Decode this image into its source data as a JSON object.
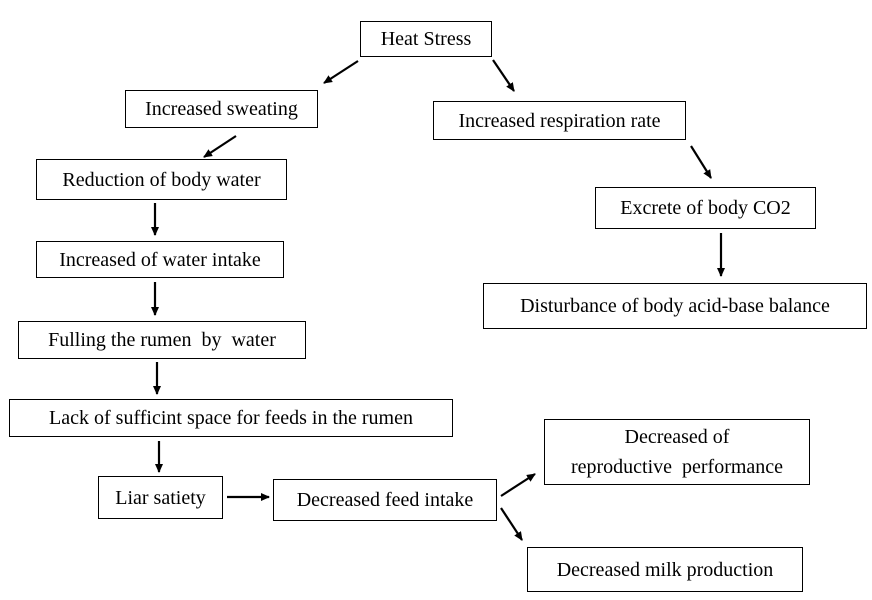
{
  "diagram": {
    "nodes": {
      "heat_stress": "Heat Stress",
      "increased_sweating": "Increased sweating",
      "reduction_body_water": "Reduction of body water",
      "increased_water_intake": "Increased of water intake",
      "fulling_rumen": "Fulling the rumen  by  water",
      "lack_space": "Lack of sufficint space for feeds in the rumen",
      "liar_satiety": "Liar satiety",
      "decreased_feed_intake": "Decreased feed intake",
      "decreased_reproductive_line1": "Decreased of",
      "decreased_reproductive_line2": "reproductive  performance",
      "decreased_milk": "Decreased milk production",
      "increased_respiration": "Increased respiration rate",
      "excrete_co2": "Excrete of body CO2",
      "disturbance_acid_base": "Disturbance of body acid-base balance"
    },
    "edges": [
      {
        "from": "heat_stress",
        "to": "increased_sweating"
      },
      {
        "from": "heat_stress",
        "to": "increased_respiration"
      },
      {
        "from": "increased_sweating",
        "to": "reduction_body_water"
      },
      {
        "from": "reduction_body_water",
        "to": "increased_water_intake"
      },
      {
        "from": "increased_water_intake",
        "to": "fulling_rumen"
      },
      {
        "from": "fulling_rumen",
        "to": "lack_space"
      },
      {
        "from": "lack_space",
        "to": "liar_satiety"
      },
      {
        "from": "liar_satiety",
        "to": "decreased_feed_intake"
      },
      {
        "from": "decreased_feed_intake",
        "to": "decreased_reproductive"
      },
      {
        "from": "decreased_feed_intake",
        "to": "decreased_milk"
      },
      {
        "from": "increased_respiration",
        "to": "excrete_co2"
      },
      {
        "from": "excrete_co2",
        "to": "disturbance_acid_base"
      }
    ]
  }
}
